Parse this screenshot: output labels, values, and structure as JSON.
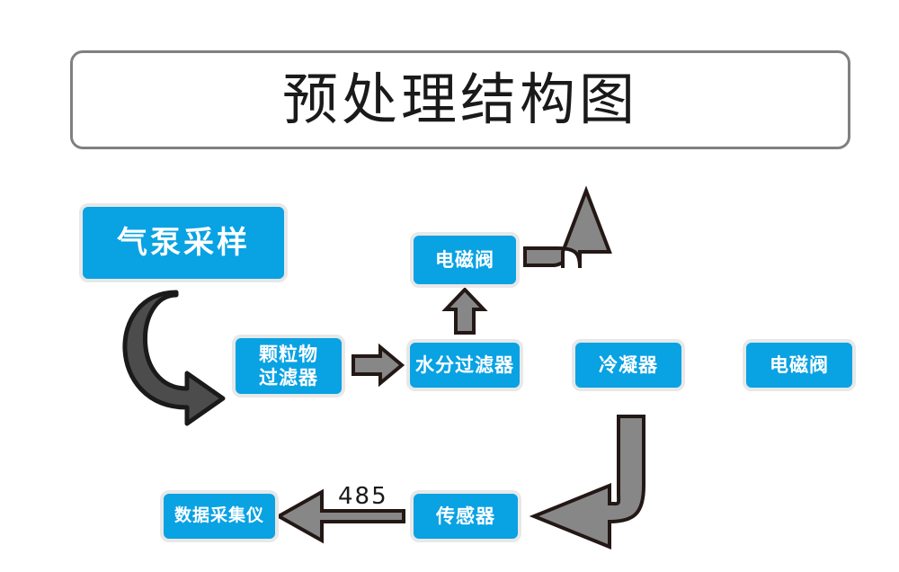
{
  "diagram": {
    "title": "预处理结构图",
    "type": "flowchart",
    "colors": {
      "node_fill": "#09A2E3",
      "node_text": "#FFFFFF",
      "node_border": "#E8E8E8",
      "arrow_fill": "#878787",
      "arrow_outline": "#231815",
      "arrow_dark_fill": "#4C4C4C",
      "title_border": "#808080",
      "background": "#FFFFFF"
    },
    "nodes": [
      {
        "id": "pump",
        "label": "气泵采样"
      },
      {
        "id": "particle",
        "label": "颗粒物\n过滤器",
        "line1": "颗粒物",
        "line2": "过滤器"
      },
      {
        "id": "moisture",
        "label": "水分过滤器"
      },
      {
        "id": "valve_top",
        "label": "电磁阀"
      },
      {
        "id": "condenser",
        "label": "冷凝器"
      },
      {
        "id": "valve_right",
        "label": "电磁阀"
      },
      {
        "id": "sensor",
        "label": "传感器"
      },
      {
        "id": "daq",
        "label": "数据采集仪"
      }
    ],
    "edges": [
      {
        "from": "pump",
        "to": "particle",
        "label": "",
        "shape": "u-turn-right",
        "style": "dark"
      },
      {
        "from": "particle",
        "to": "moisture",
        "label": "",
        "shape": "straight-right",
        "style": "gray"
      },
      {
        "from": "moisture",
        "to": "valve_top",
        "label": "",
        "shape": "straight-up",
        "style": "gray"
      },
      {
        "from": "valve_top",
        "to": "exhaust",
        "label": "",
        "shape": "elbow-right-up",
        "style": "gray"
      },
      {
        "from": "moisture",
        "to": "condenser",
        "label": "",
        "shape": "straight-right",
        "style": "gray"
      },
      {
        "from": "condenser",
        "to": "valve_right",
        "label": "",
        "shape": "straight-right",
        "style": "gray"
      },
      {
        "from": "valve_right",
        "to": "sensor",
        "label": "",
        "shape": "elbow-down-left",
        "style": "gray"
      },
      {
        "from": "sensor",
        "to": "daq",
        "label": "485",
        "shape": "straight-left",
        "style": "gray"
      }
    ],
    "labels": {
      "rs485": "485"
    }
  }
}
